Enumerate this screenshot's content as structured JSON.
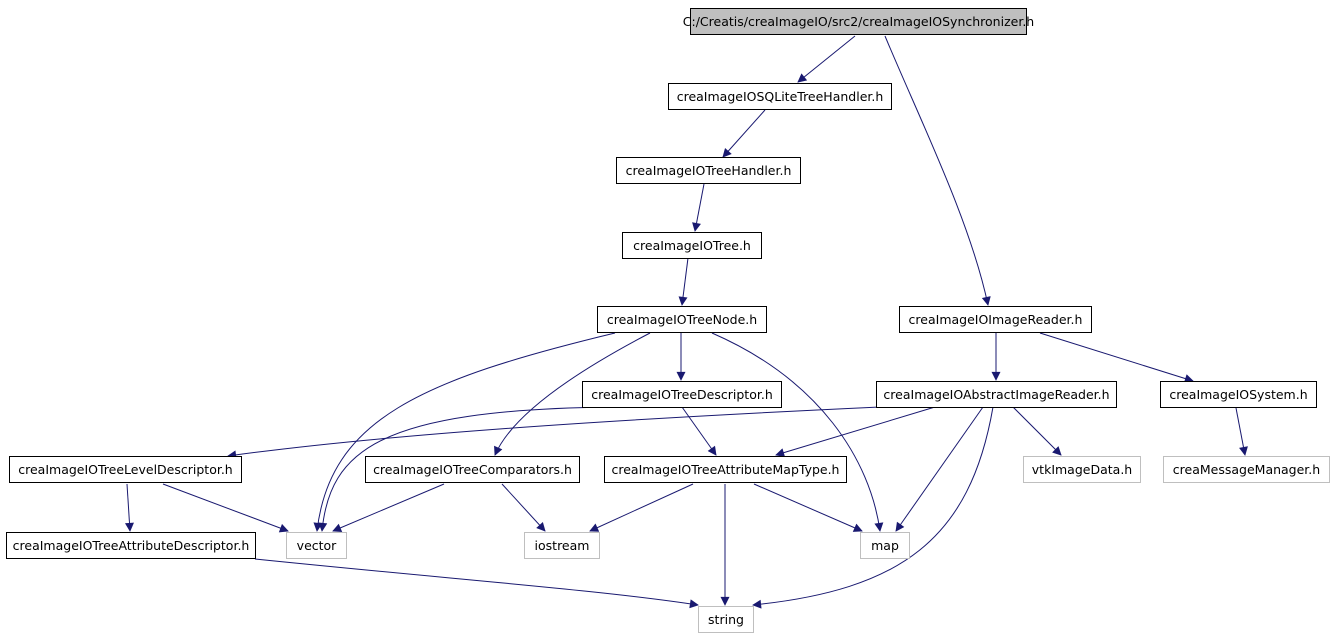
{
  "colors": {
    "edge": "#191970",
    "root_fill": "#bfbfbf",
    "system_border": "#bfbfbf",
    "local_border": "#000000"
  },
  "nodes": {
    "root": "C:/Creatis/creaImageIO/src2/creaImageIOSynchronizer.h",
    "sqlite_tree_handler": "creaImageIOSQLiteTreeHandler.h",
    "tree_handler": "creaImageIOTreeHandler.h",
    "tree": "creaImageIOTree.h",
    "tree_node": "creaImageIOTreeNode.h",
    "image_reader": "creaImageIOImageReader.h",
    "tree_descriptor": "creaImageIOTreeDescriptor.h",
    "abstract_image_reader": "creaImageIOAbstractImageReader.h",
    "system": "creaImageIOSystem.h",
    "tree_level_descriptor": "creaImageIOTreeLevelDescriptor.h",
    "tree_comparators": "creaImageIOTreeComparators.h",
    "tree_attribute_map_type": "creaImageIOTreeAttributeMapType.h",
    "vtk_image_data": "vtkImageData.h",
    "crea_message_manager": "creaMessageManager.h",
    "tree_attribute_descriptor": "creaImageIOTreeAttributeDescriptor.h",
    "vector": "vector",
    "iostream": "iostream",
    "map": "map",
    "string": "string"
  }
}
